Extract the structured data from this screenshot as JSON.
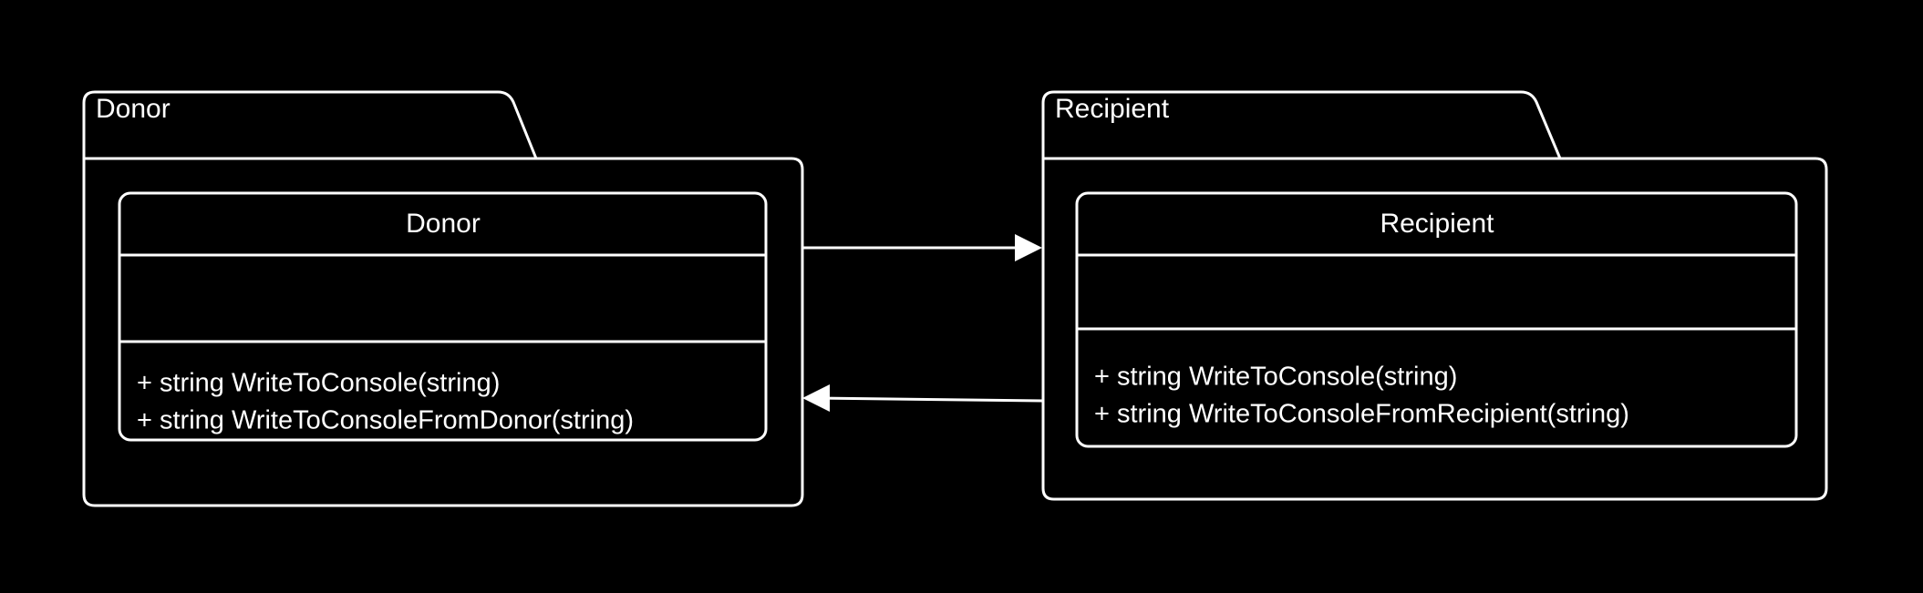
{
  "diagram": {
    "kind": "uml-class-diagram",
    "background_color": "#000000",
    "stroke_color": "#ffffff",
    "packages": [
      {
        "id": "donor",
        "tab_label": "Donor",
        "class": {
          "name": "Donor",
          "attributes": [],
          "methods": [
            "+ string WriteToConsole(string)",
            "+ string WriteToConsoleFromDonor(string)"
          ]
        }
      },
      {
        "id": "recipient",
        "tab_label": "Recipient",
        "class": {
          "name": "Recipient",
          "attributes": [],
          "methods": [
            "+ string WriteToConsole(string)",
            "+ string WriteToConsoleFromRecipient(string)"
          ]
        }
      }
    ],
    "relationships": [
      {
        "id": "donor-to-recipient",
        "from": "donor",
        "to": "recipient",
        "direction": "right",
        "label": "",
        "arrowhead": "open-filled-triangle"
      },
      {
        "id": "recipient-to-donor",
        "from": "recipient",
        "to": "donor",
        "direction": "left",
        "label": "",
        "arrowhead": "open-filled-triangle"
      }
    ]
  }
}
